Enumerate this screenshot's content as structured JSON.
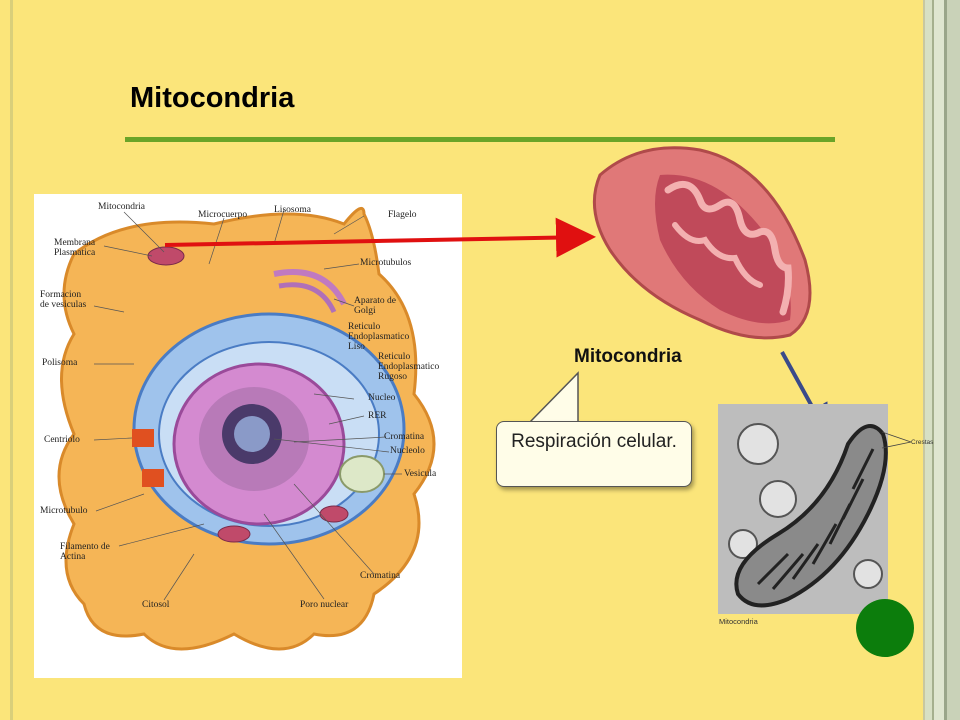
{
  "slide": {
    "title": "Mitocondria",
    "mito_caption": "Mitocondria",
    "callout": "Respiración celular.",
    "em_caption": "Mitocondria",
    "em_label": "Crestas"
  },
  "cell_diagram": {
    "labels": [
      {
        "id": "mitocondria",
        "text": "Mitocondria"
      },
      {
        "id": "microcuerpo",
        "text": "Microcuerpo"
      },
      {
        "id": "lisosoma",
        "text": "Lisosoma"
      },
      {
        "id": "flagelo",
        "text": "Flagelo"
      },
      {
        "id": "membrana",
        "text": "Membrana\nPlasmatica"
      },
      {
        "id": "microtubulos",
        "text": "Microtubulos"
      },
      {
        "id": "formacion",
        "text": "Formacion\nde vesiculas"
      },
      {
        "id": "golgi",
        "text": "Aparato de\nGolgi"
      },
      {
        "id": "rel",
        "text": "Reticulo\nEndoplasmatico\nLiso"
      },
      {
        "id": "rer-label",
        "text": "Reticulo\nEndoplasmatico\nRugoso"
      },
      {
        "id": "polisoma",
        "text": "Polisoma"
      },
      {
        "id": "nucleo",
        "text": "Nucleo"
      },
      {
        "id": "rer",
        "text": "RER"
      },
      {
        "id": "centriolo",
        "text": "Centriolo"
      },
      {
        "id": "cromatina1",
        "text": "Cromatina"
      },
      {
        "id": "nucleolo",
        "text": "Nucleolo"
      },
      {
        "id": "vesicula",
        "text": "Vesicula"
      },
      {
        "id": "microtubulo",
        "text": "Microtubulo"
      },
      {
        "id": "filamento",
        "text": "Filamento de\nActina"
      },
      {
        "id": "cromatina2",
        "text": "Cromatina"
      },
      {
        "id": "citosol",
        "text": "Citosol"
      },
      {
        "id": "poro",
        "text": "Poro nuclear"
      }
    ]
  },
  "colors": {
    "background": "#fbe57a",
    "rule": "#6aa428",
    "arrow_red": "#e01010",
    "arrow_blue": "#3a4a8a",
    "mito_outer": "#e07878",
    "dot_green": "#0c7d0c"
  }
}
